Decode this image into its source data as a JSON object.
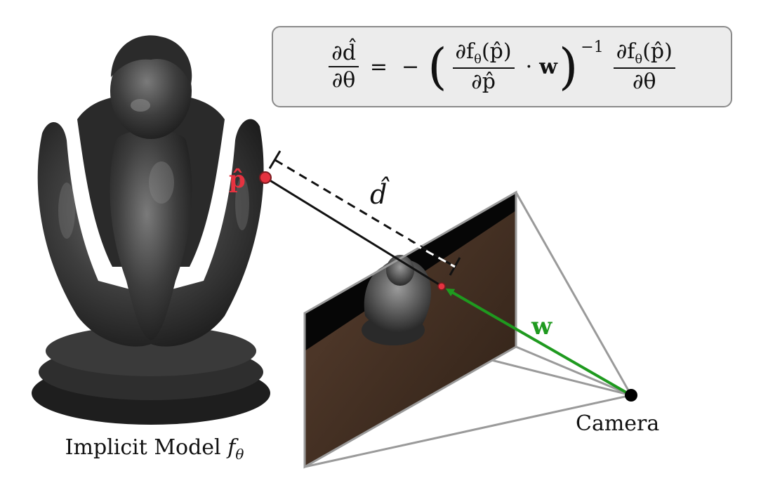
{
  "formula": {
    "lhs_num": "∂d̂",
    "lhs_den": "∂θ",
    "equals": "=",
    "minus": "−",
    "inner_num": "∂f",
    "inner_num_sub": "θ",
    "inner_num_arg": "(p̂)",
    "inner_den": "∂p̂",
    "dot": "·",
    "w": "w",
    "exponent": "−1",
    "rhs_num": "∂f",
    "rhs_num_sub": "θ",
    "rhs_num_arg": "(p̂)",
    "rhs_den": "∂θ"
  },
  "labels": {
    "point": "p̂",
    "distance": "d̂",
    "direction": "w",
    "camera": "Camera",
    "model_caption": "Implicit Model ",
    "model_symbol": "f",
    "model_symbol_sub": "θ"
  },
  "colors": {
    "point": "#e53340",
    "direction": "#1f9a1f",
    "frustum": "#9a9a9a",
    "formula_bg": "#ececec",
    "formula_border": "#8a8a8a",
    "statue": "#3a3a3a",
    "table": "#4a3322"
  }
}
